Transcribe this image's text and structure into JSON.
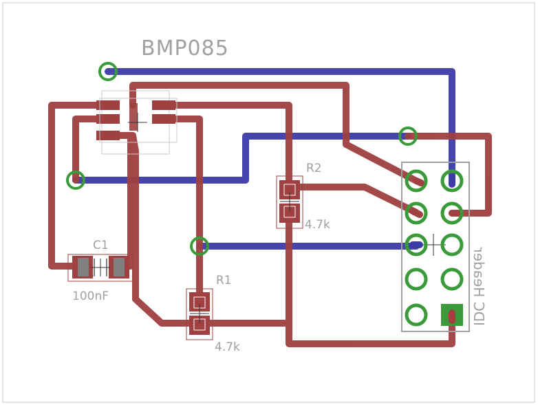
{
  "board": {
    "title": "BMP085"
  },
  "components": {
    "c1": {
      "ref": "C1",
      "value": "100nF"
    },
    "r1": {
      "ref": "R1",
      "value": "4.7k"
    },
    "r2": {
      "ref": "R2",
      "value": "4.7k"
    },
    "header": {
      "label": "IDC Header"
    }
  },
  "colors": {
    "top_trace": "#a04040",
    "bottom_trace": "#3b3ba8",
    "via_ring": "#3a9a3a",
    "pad": "#a04040",
    "silkscreen": "#a0a0a0",
    "outline": "#c8c8c8"
  }
}
